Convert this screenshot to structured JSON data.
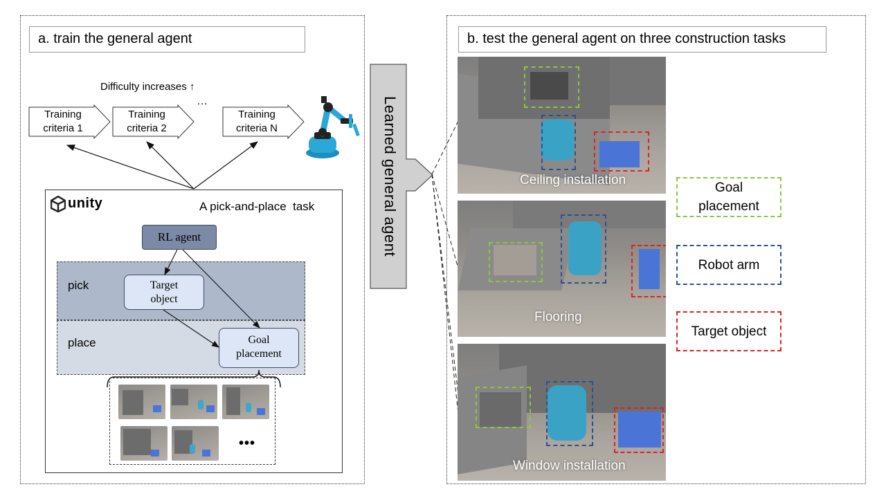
{
  "panel_a": {
    "title": "a. train the general agent",
    "difficulty_label": "Difficulty increases ↑",
    "criteria": [
      {
        "line1": "Training",
        "line2": "criteria 1"
      },
      {
        "line1": "Training",
        "line2": "criteria 2"
      },
      {
        "line1": "Training",
        "line2": "criteria N"
      }
    ],
    "ellipsis_top": "…",
    "unity_logo": "unity",
    "task_label": "A pick-and-place  task",
    "rl_agent": "RL agent",
    "pick_label": "pick",
    "place_label": "place",
    "target_object": "Target object",
    "goal_placement": "Goal placement",
    "ellipsis_bottom": "•••"
  },
  "middle": {
    "arrow_label": "Learned general agent"
  },
  "panel_b": {
    "title": "b. test the general agent on three construction tasks",
    "scenes": [
      "Ceiling installation",
      "Flooring",
      "Window installation"
    ],
    "legend": [
      {
        "label": "Goal placement",
        "color": "#8dc63f"
      },
      {
        "label": "Robot arm",
        "color": "#2f4f8f"
      },
      {
        "label": "Target object",
        "color": "#e02020"
      }
    ]
  },
  "colors": {
    "rl_agent_fill": "#7c8aa5",
    "pick_zone": "#adb9cb",
    "place_zone": "#d5dbe5",
    "node_fill": "#dde6f6",
    "arrow_fill": "#d0d0d0",
    "robot_blue": "#2aa8d8"
  }
}
